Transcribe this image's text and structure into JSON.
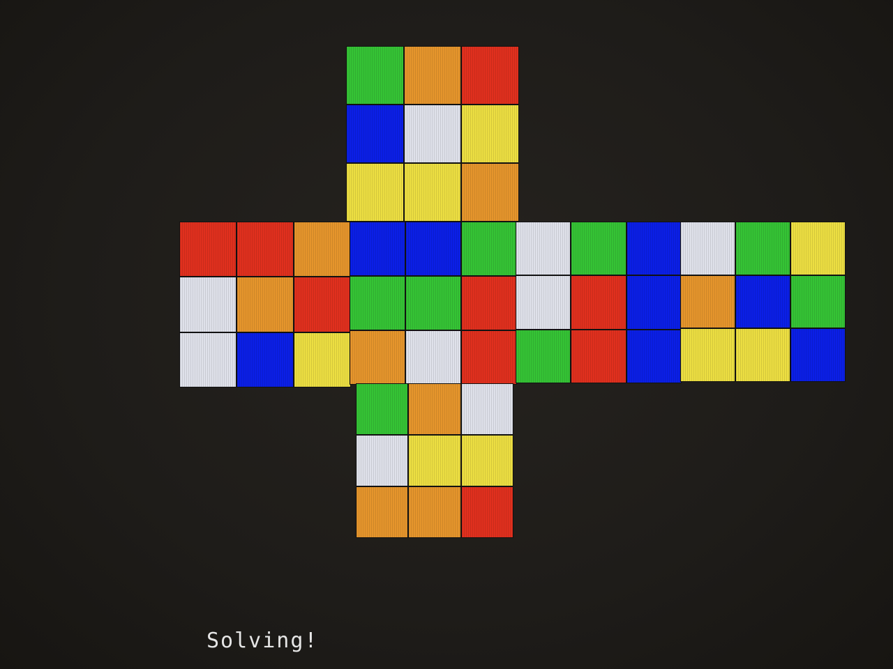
{
  "colors": {
    "G": "#35c335",
    "O": "#e5952c",
    "R": "#e0301e",
    "B": "#0b1fe6",
    "W": "#dfe1ea",
    "Y": "#ecde42"
  },
  "cube": {
    "up": [
      "G",
      "O",
      "R",
      "B",
      "W",
      "Y",
      "Y",
      "Y",
      "O"
    ],
    "left": [
      "R",
      "R",
      "O",
      "W",
      "O",
      "R",
      "W",
      "B",
      "Y"
    ],
    "front": [
      "B",
      "B",
      "G",
      "G",
      "G",
      "R",
      "O",
      "W",
      "R"
    ],
    "right": [
      "W",
      "G",
      "B",
      "W",
      "R",
      "B",
      "G",
      "R",
      "B"
    ],
    "back": [
      "W",
      "G",
      "Y",
      "O",
      "B",
      "G",
      "Y",
      "Y",
      "B"
    ],
    "down": [
      "G",
      "O",
      "W",
      "W",
      "Y",
      "Y",
      "O",
      "O",
      "R"
    ]
  },
  "status": {
    "message": "Solving!"
  }
}
